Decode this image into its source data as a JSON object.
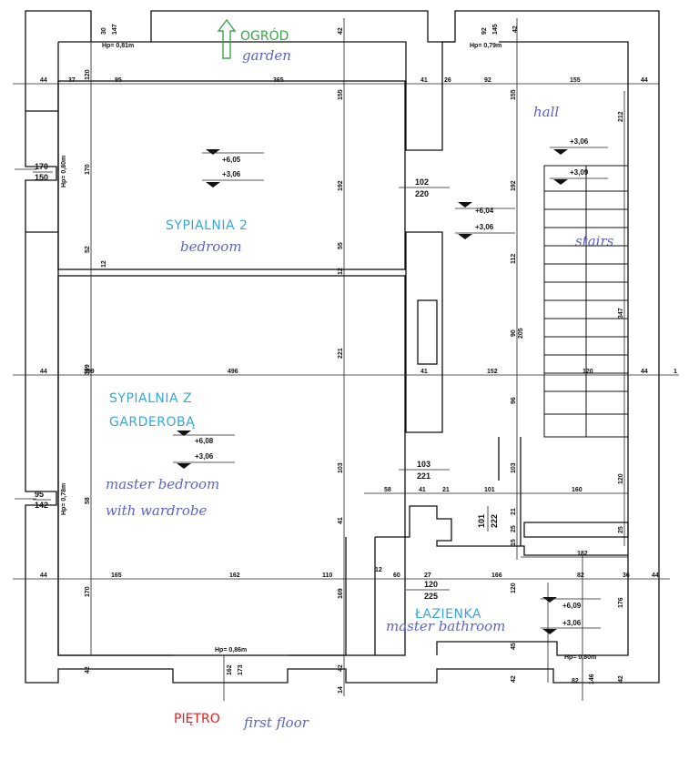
{
  "labels": {
    "garden_pl": "OGRÓD",
    "garden_en": "garden",
    "hall_en": "hall",
    "stairs_en": "stairs",
    "bedroom2_pl": "SYPIALNIA 2",
    "bedroom2_en": "bedroom",
    "master_pl_1": "SYPIALNIA Z",
    "master_pl_2": "GARDEROBĄ",
    "master_en_1": "master bedroom",
    "master_en_2": "with wardrobe",
    "bath_pl": "ŁAZIENKA",
    "bath_en": "master bathroom",
    "floor_pl": "PIĘTRO",
    "floor_en": "first floor"
  },
  "levels": {
    "bedroom2_top": "+6,05",
    "bedroom2_bottom": "+3,06",
    "hall_top": "+3,06",
    "hall_mid": "+3,09",
    "corridor_top": "+6,04",
    "corridor_bottom": "+3,06",
    "master_top": "+6,08",
    "master_bottom": "+3,06",
    "bath_top": "+6,09",
    "bath_bottom": "+3,06"
  },
  "windows": {
    "top_left": "Hp= 0,81m",
    "top_right": "Hp= 0,79m",
    "left_upper": "Hp= 0,80m",
    "left_lower": "Hp= 0,78m",
    "bottom_mid": "Hp= 0,86m",
    "bottom_right": "Hp= 0,80m"
  },
  "openings": {
    "left_upper_num": "170",
    "left_upper_den": "150",
    "left_lower_num": "95",
    "left_lower_den": "142",
    "door1_num": "102",
    "door1_den": "220",
    "door2_num": "103",
    "door2_den": "221",
    "door3_num": "120",
    "door3_den": "225",
    "door4_num": "101",
    "door4_den": "222"
  },
  "dims": {
    "top_row": [
      "44",
      "37",
      "95",
      "365",
      "41",
      "26",
      "92",
      "155",
      "44"
    ],
    "mid_row": [
      "44",
      "399",
      "496",
      "41",
      "152",
      "120",
      "44",
      "1"
    ],
    "bot_row": [
      "44",
      "165",
      "162",
      "110",
      "12",
      "60",
      "27",
      "166",
      "82",
      "36",
      "44"
    ],
    "bath_row": [
      "58",
      "41",
      "21",
      "101",
      "160"
    ],
    "top_vertical": [
      "30",
      "147",
      "42",
      "92",
      "145",
      "42"
    ],
    "left_vertical": [
      "120",
      "170",
      "52",
      "12"
    ],
    "center_vertical": [
      "155",
      "192",
      "55",
      "12",
      "221",
      "103",
      "41",
      "169",
      "42",
      "14"
    ],
    "right_vertical": [
      "155",
      "192",
      "112",
      "90",
      "205",
      "96",
      "103",
      "15",
      "25",
      "21",
      "120",
      "45"
    ],
    "far_right_vertical": [
      "212",
      "347",
      "120",
      "25",
      "176"
    ],
    "misc": [
      "162",
      "173",
      "42",
      "82",
      "146",
      "42",
      "170",
      "82",
      "42",
      "182",
      "96"
    ]
  }
}
